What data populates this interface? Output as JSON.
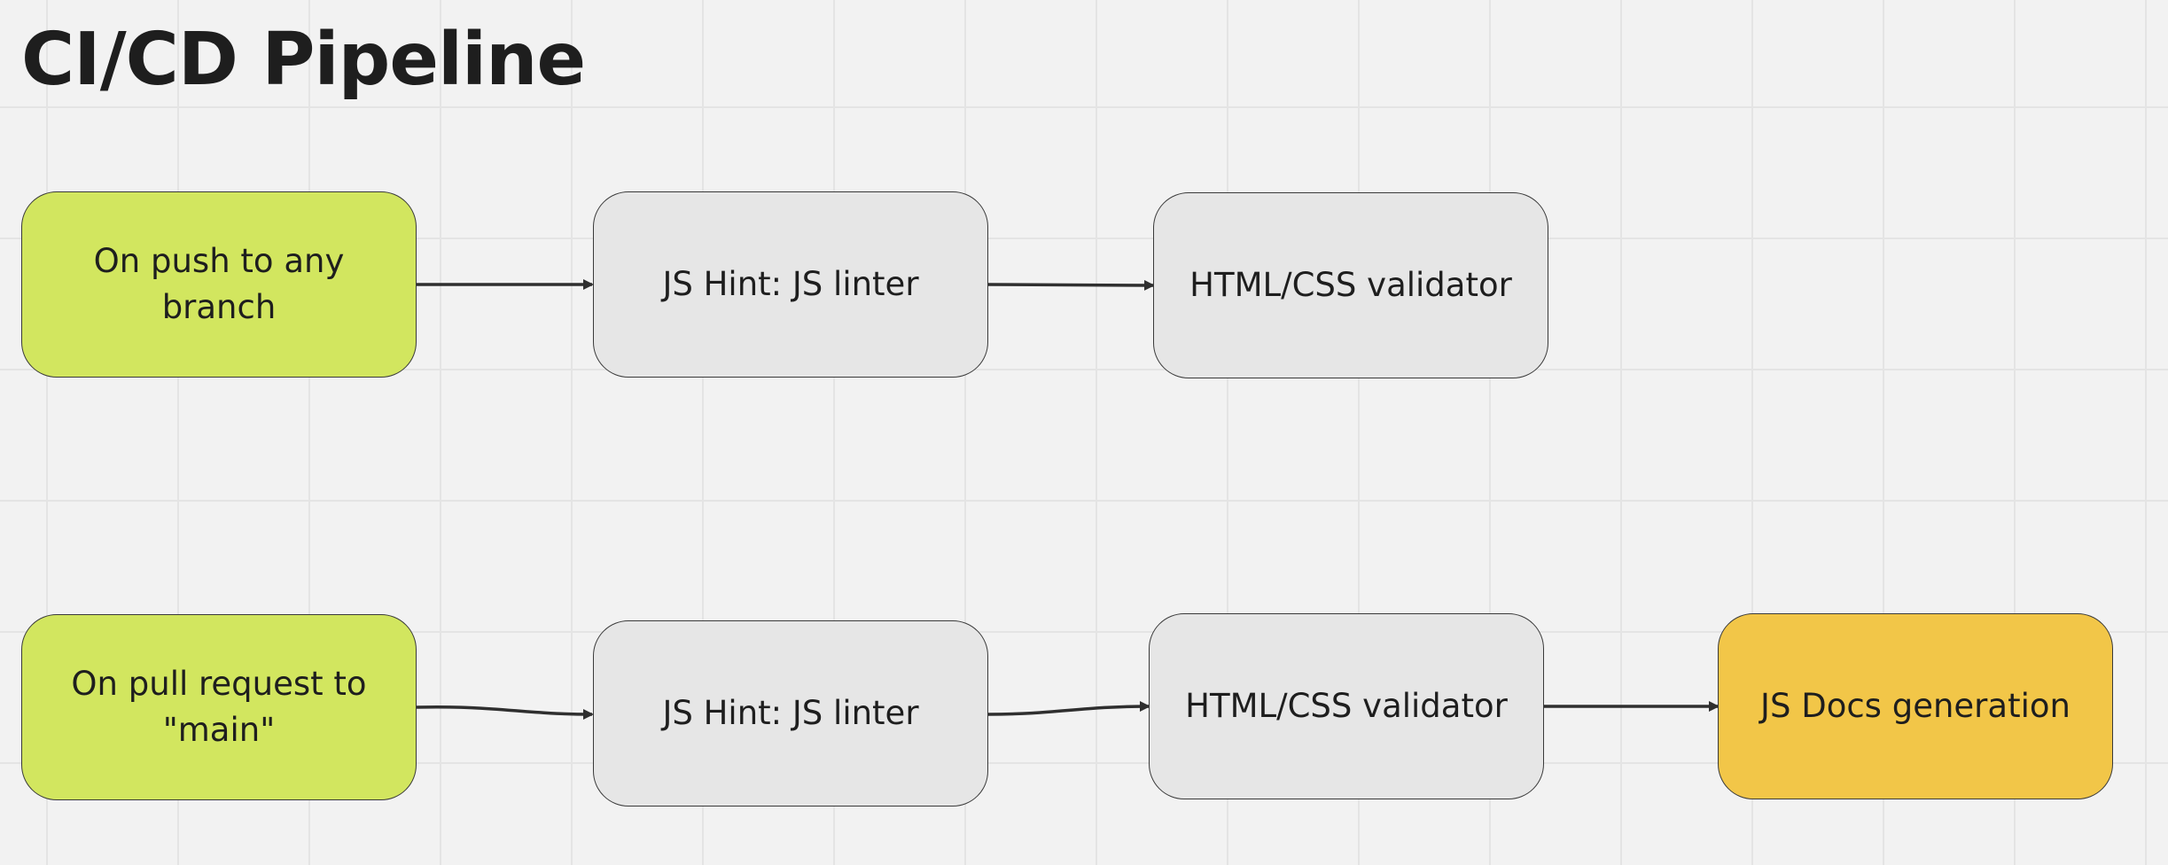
{
  "title": "CI/CD Pipeline",
  "colors": {
    "trigger": "#d2e65f",
    "step": "#e6e6e6",
    "final": "#f2c648",
    "edge": "#2f2f2f"
  },
  "rows": [
    {
      "nodes": [
        {
          "label": "On push to any branch",
          "kind": "trigger"
        },
        {
          "label": "JS Hint: JS linter",
          "kind": "step"
        },
        {
          "label": "HTML/CSS validator",
          "kind": "step"
        }
      ]
    },
    {
      "nodes": [
        {
          "label": "On pull request to \"main\"",
          "kind": "trigger"
        },
        {
          "label": "JS Hint: JS linter",
          "kind": "step"
        },
        {
          "label": "HTML/CSS validator",
          "kind": "step"
        },
        {
          "label": "JS Docs generation",
          "kind": "final"
        }
      ]
    }
  ]
}
